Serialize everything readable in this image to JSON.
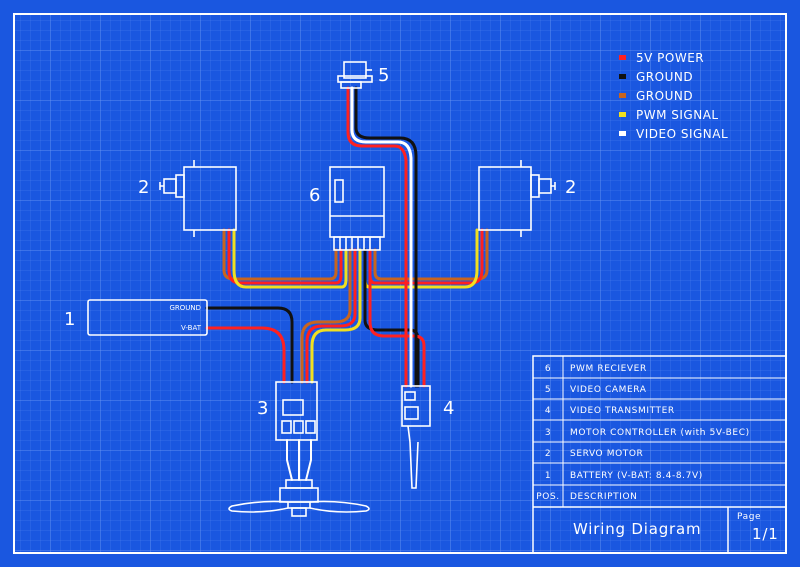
{
  "components": {
    "battery": {
      "number": "1",
      "ground_label": "GROUND",
      "vbat_label": "V-BAT"
    },
    "servo_left": {
      "number": "2"
    },
    "servo_right": {
      "number": "2"
    },
    "motor_controller": {
      "number": "3"
    },
    "video_transmitter": {
      "number": "4"
    },
    "video_camera": {
      "number": "5"
    },
    "pwm_receiver": {
      "number": "6"
    }
  },
  "legend": [
    {
      "label": "5V POWER",
      "color": "#ff2020"
    },
    {
      "label": "GROUND",
      "color": "#111111"
    },
    {
      "label": "GROUND",
      "color": "#c8641e"
    },
    {
      "label": "PWM SIGNAL",
      "color": "#f0e020"
    },
    {
      "label": "VIDEO SIGNAL",
      "color": "#ffffff"
    }
  ],
  "parts_table": {
    "rows": [
      {
        "pos": "6",
        "desc": "PWM RECIEVER"
      },
      {
        "pos": "5",
        "desc": "VIDEO CAMERA"
      },
      {
        "pos": "4",
        "desc": "VIDEO TRANSMITTER"
      },
      {
        "pos": "3",
        "desc": "MOTOR CONTROLLER (with 5V-BEC)"
      },
      {
        "pos": "2",
        "desc": "SERVO MOTOR"
      },
      {
        "pos": "1",
        "desc": "BATTERY (V-BAT: 8.4-8.7V)"
      }
    ],
    "header": {
      "pos": "POS.",
      "desc": "DESCRIPTION"
    }
  },
  "title_block": {
    "title": "Wiring Diagram",
    "page_label": "Page",
    "page_value": "1/1"
  }
}
